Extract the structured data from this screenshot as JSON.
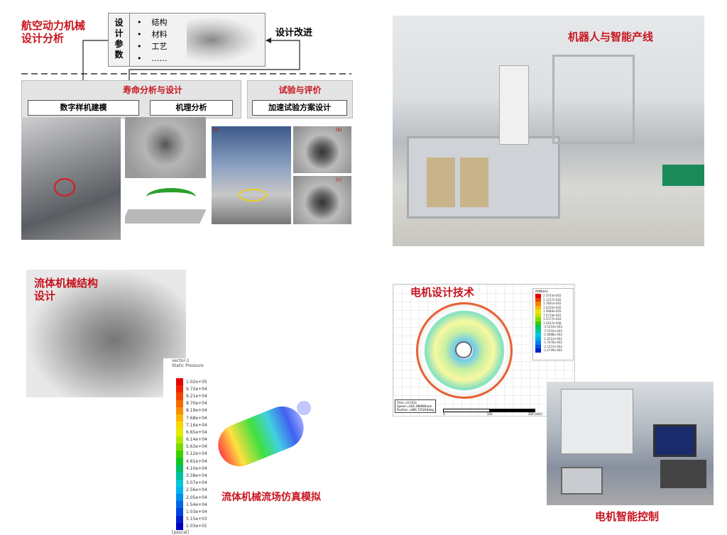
{
  "aero": {
    "title_line1": "航空动力机械",
    "title_line2": "设计分析",
    "param_label": [
      "设",
      "计",
      "参",
      "数"
    ],
    "params": [
      "结构",
      "材料",
      "工艺",
      "……"
    ],
    "improve": "设计改进",
    "life": "寿命分析与设计",
    "test": "试验与评价",
    "digital": "数字样机建模",
    "mechanism": "机理分析",
    "accel": "加速试验方案设计",
    "photo_tags": [
      "(a)",
      "(b)",
      "(c)"
    ]
  },
  "robot": {
    "title": "机器人与智能产线"
  },
  "fluid": {
    "title_line1": "流体机械结构",
    "title_line2": "设计",
    "sim_label": "流体机械流场仿真模拟",
    "legend_title1": "vector-1",
    "legend_title2": "Static Pressure",
    "legend_unit": "[pascal]",
    "legend_values": [
      "1.02e+05",
      "9.72e+04",
      "9.21e+04",
      "8.70e+04",
      "8.19e+04",
      "7.68e+04",
      "7.16e+04",
      "6.65e+04",
      "6.14e+04",
      "5.63e+04",
      "5.12e+04",
      "4.61e+04",
      "4.10e+04",
      "3.58e+04",
      "3.07e+04",
      "2.56e+04",
      "2.05e+04",
      "1.54e+04",
      "1.03e+04",
      "5.15e+03",
      "1.03e+01"
    ],
    "legend_colors": [
      "#e60000",
      "#ee2200",
      "#f24400",
      "#f46a00",
      "#f89000",
      "#fbb400",
      "#f6d800",
      "#e4ec00",
      "#b4e600",
      "#78dc00",
      "#3cd200",
      "#10c820",
      "#00c060",
      "#00c0a0",
      "#00c8d8",
      "#00b4f0",
      "#0090f0",
      "#0068e8",
      "#0044e0",
      "#0020d0",
      "#0000c0"
    ]
  },
  "motor": {
    "title": "电机设计技术",
    "legend_title": "A[Wb/m]",
    "legend_values": [
      "2.4703e-002",
      "2.1217e-002",
      "1.7661e-002",
      "1.4245e-002",
      "1.0689e-002",
      "7.0719e-003",
      "3.5377e-003",
      "3.5937e-008",
      "-3.5243e-003",
      "-7.0702e-003",
      "-1.0688e-002",
      "-1.4212e-002",
      "-1.7678e-002",
      "-2.1221e-002",
      "-2.4749e-002"
    ],
    "legend_colors": [
      "#e60000",
      "#f04000",
      "#f88000",
      "#fbb400",
      "#f0e000",
      "#c0e800",
      "#80dc00",
      "#30d000",
      "#00c860",
      "#00c8a8",
      "#00c8e0",
      "#00a8f0",
      "#0080f0",
      "#0050e0",
      "#0020d0"
    ],
    "time": "Time   =0.432s",
    "speed": "Speed  =404.398980rpm",
    "position": "Position =866.725244deg",
    "scale": [
      "0",
      "100",
      "200 (mm)"
    ],
    "control_title": "电机智能控制"
  }
}
